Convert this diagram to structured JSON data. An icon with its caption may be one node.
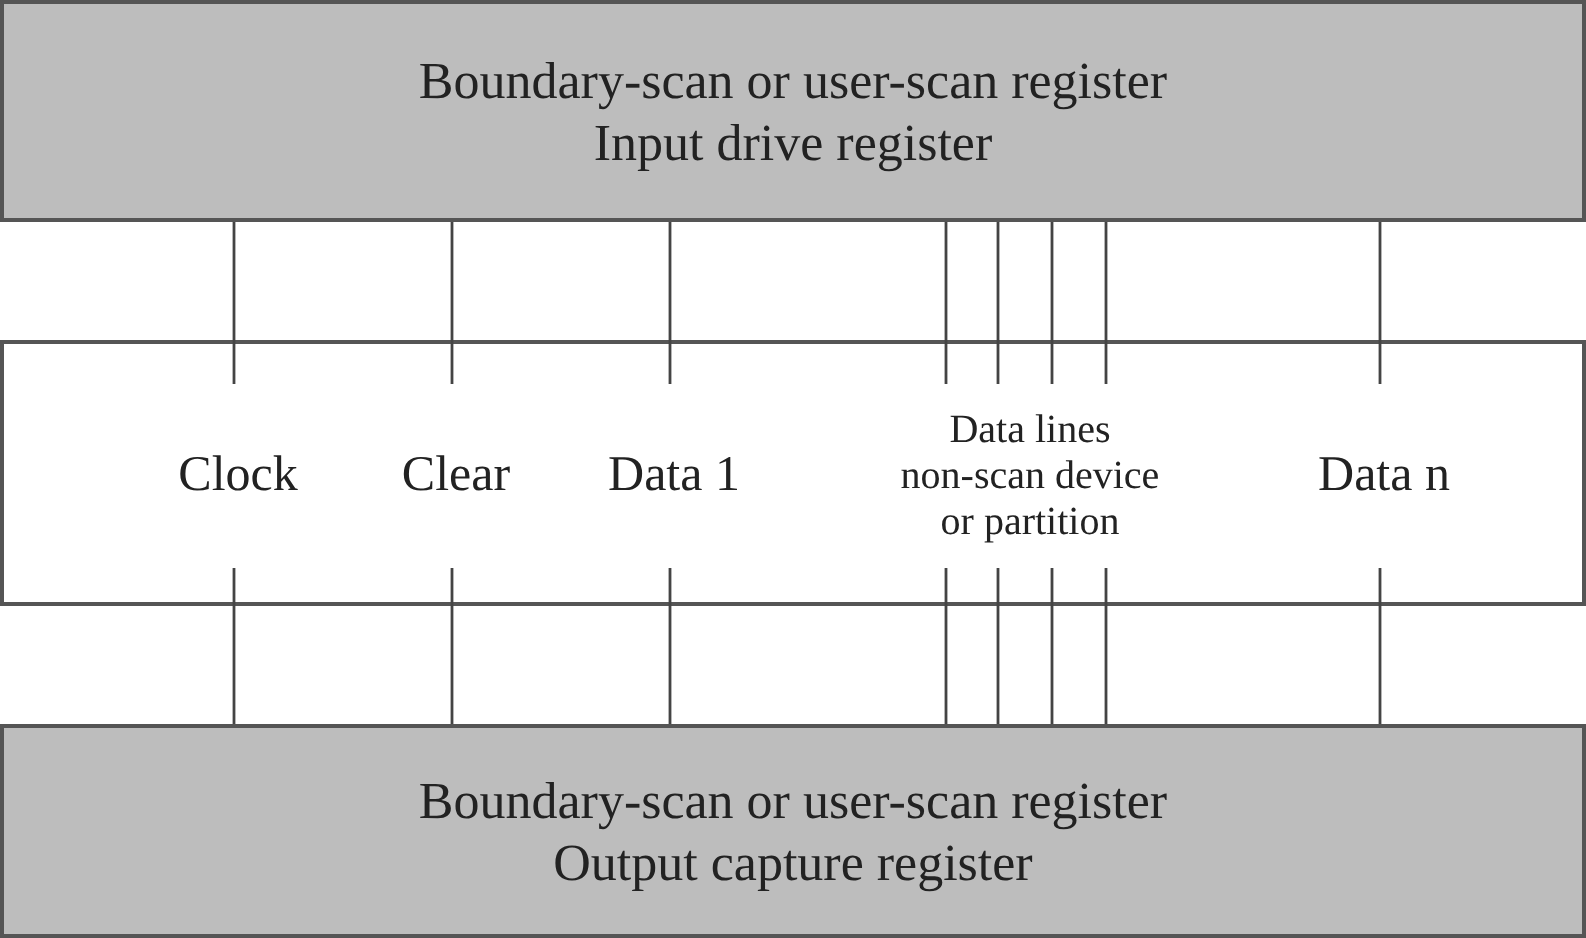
{
  "diagram": {
    "nodes": [
      {
        "text": [
          "Boundary-scan or user-scan register",
          "Input drive register"
        ]
      },
      {
        "text": [],
        "shape": "box"
      },
      {
        "text": [
          "Clock"
        ],
        "in": 1
      },
      {
        "text": [
          "Clear"
        ],
        "in": 1
      },
      {
        "text": [
          "Data 1"
        ],
        "in": 1
      },
      {
        "text": [
          "Data lines non-scan device or partition"
        ],
        "in": 1
      },
      {
        "text": [
          "Data n"
        ],
        "in": 1
      },
      {
        "text": [
          "Boundary-scan or user-scan register",
          "Output capture register"
        ]
      }
    ],
    "edges": [
      {
        "from": 0,
        "to": 2,
        "arrow": "none"
      },
      {
        "from": 0,
        "to": 3,
        "arrow": "none"
      },
      {
        "from": 0,
        "to": 4,
        "arrow": "none"
      },
      {
        "from": 0,
        "to": 5,
        "arrow": "none"
      },
      {
        "from": 0,
        "to": 5,
        "arrow": "none"
      },
      {
        "from": 0,
        "to": 5,
        "arrow": "none"
      },
      {
        "from": 0,
        "to": 5,
        "arrow": "none"
      },
      {
        "from": 0,
        "to": 6,
        "arrow": "none"
      },
      {
        "from": 2,
        "to": 7,
        "arrow": "none"
      },
      {
        "from": 3,
        "to": 7,
        "arrow": "none"
      },
      {
        "from": 4,
        "to": 7,
        "arrow": "none"
      },
      {
        "from": 5,
        "to": 7,
        "arrow": "none"
      },
      {
        "from": 5,
        "to": 7,
        "arrow": "none"
      },
      {
        "from": 5,
        "to": 7,
        "arrow": "none"
      },
      {
        "from": 5,
        "to": 7,
        "arrow": "none"
      },
      {
        "from": 6,
        "to": 7,
        "arrow": "none"
      }
    ]
  }
}
